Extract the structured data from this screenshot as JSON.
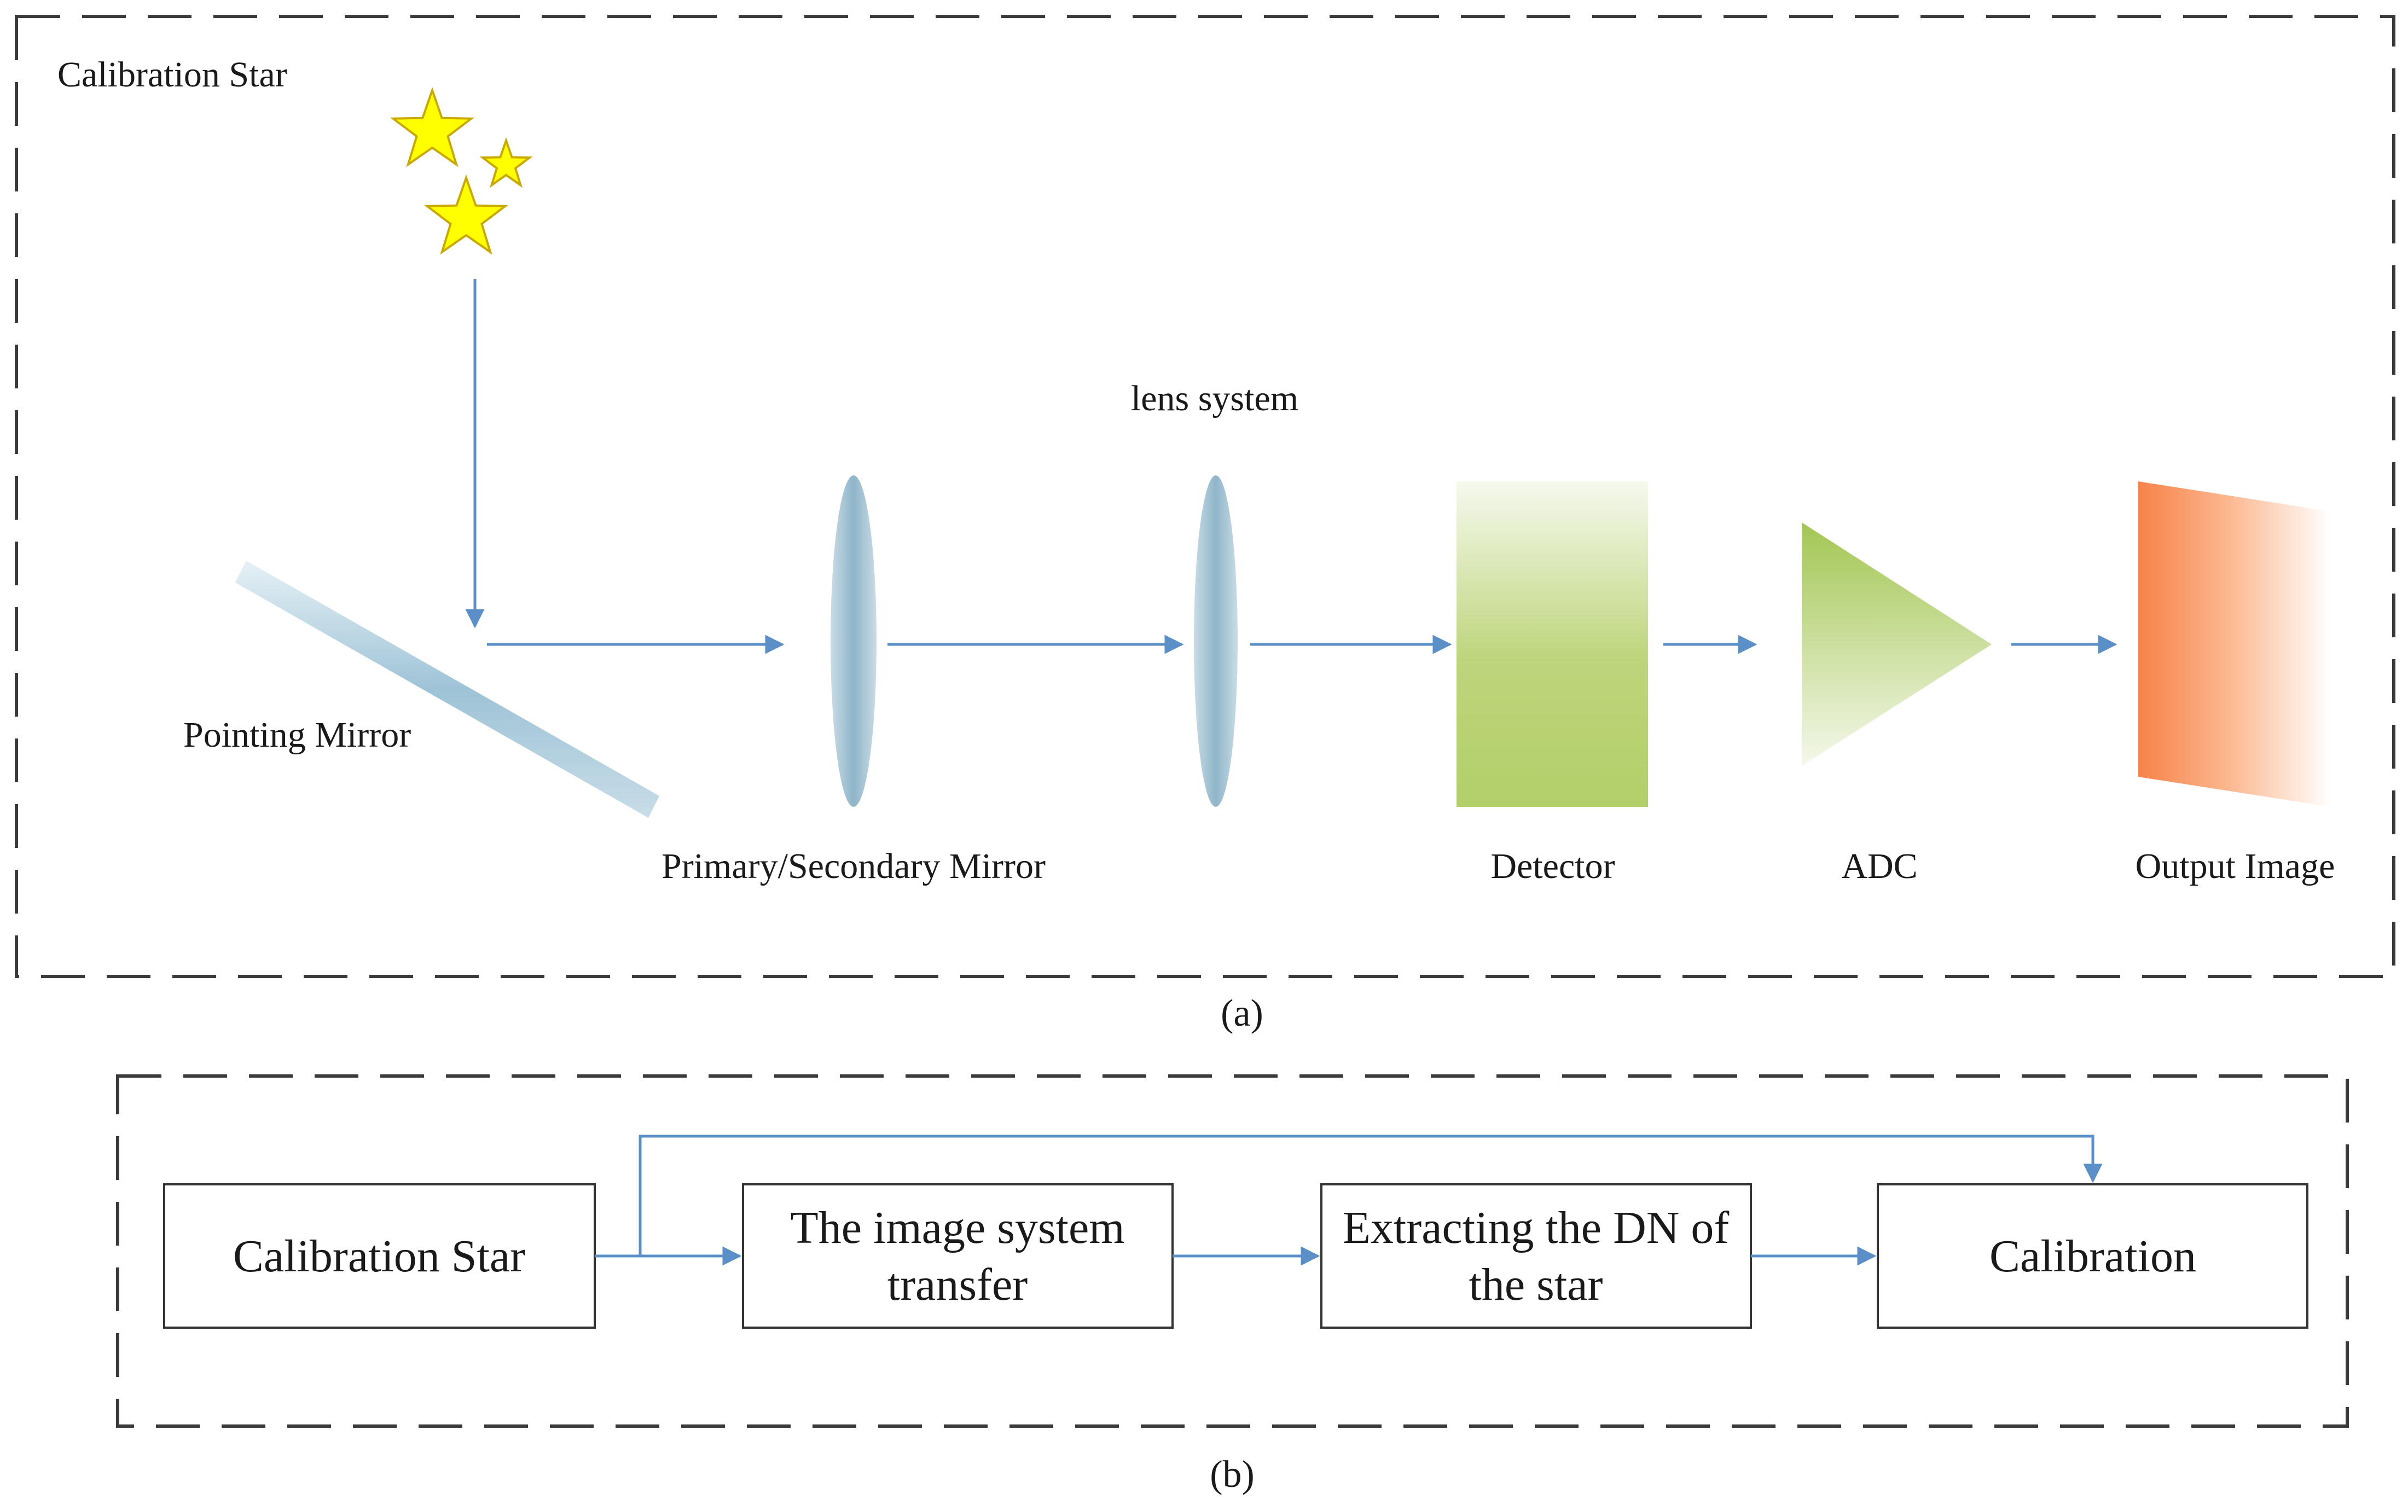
{
  "panel_a": {
    "calibration_star_label": "Calibration Star",
    "pointing_mirror_label": "Pointing Mirror",
    "primary_secondary_label": "Primary/Secondary Mirror",
    "lens_system_label": "lens system",
    "detector_label": "Detector",
    "adc_label": "ADC",
    "output_image_label": "Output Image",
    "caption": "(a)"
  },
  "panel_b": {
    "box1": [
      "Calibration Star"
    ],
    "box2": [
      "The image system",
      "transfer"
    ],
    "box3": [
      "Extracting the DN of",
      "the star"
    ],
    "box4": [
      "Calibration"
    ],
    "caption": "(b)"
  },
  "colors": {
    "star_fill": "#ffff00",
    "star_stroke": "#c9a800",
    "ray": "#5b8fc7",
    "mirror": "#9ec3d6",
    "lens": "#9dbfd2",
    "detector": "#b9d47a",
    "adc": "#a8c95a",
    "output": "#f7874a"
  }
}
